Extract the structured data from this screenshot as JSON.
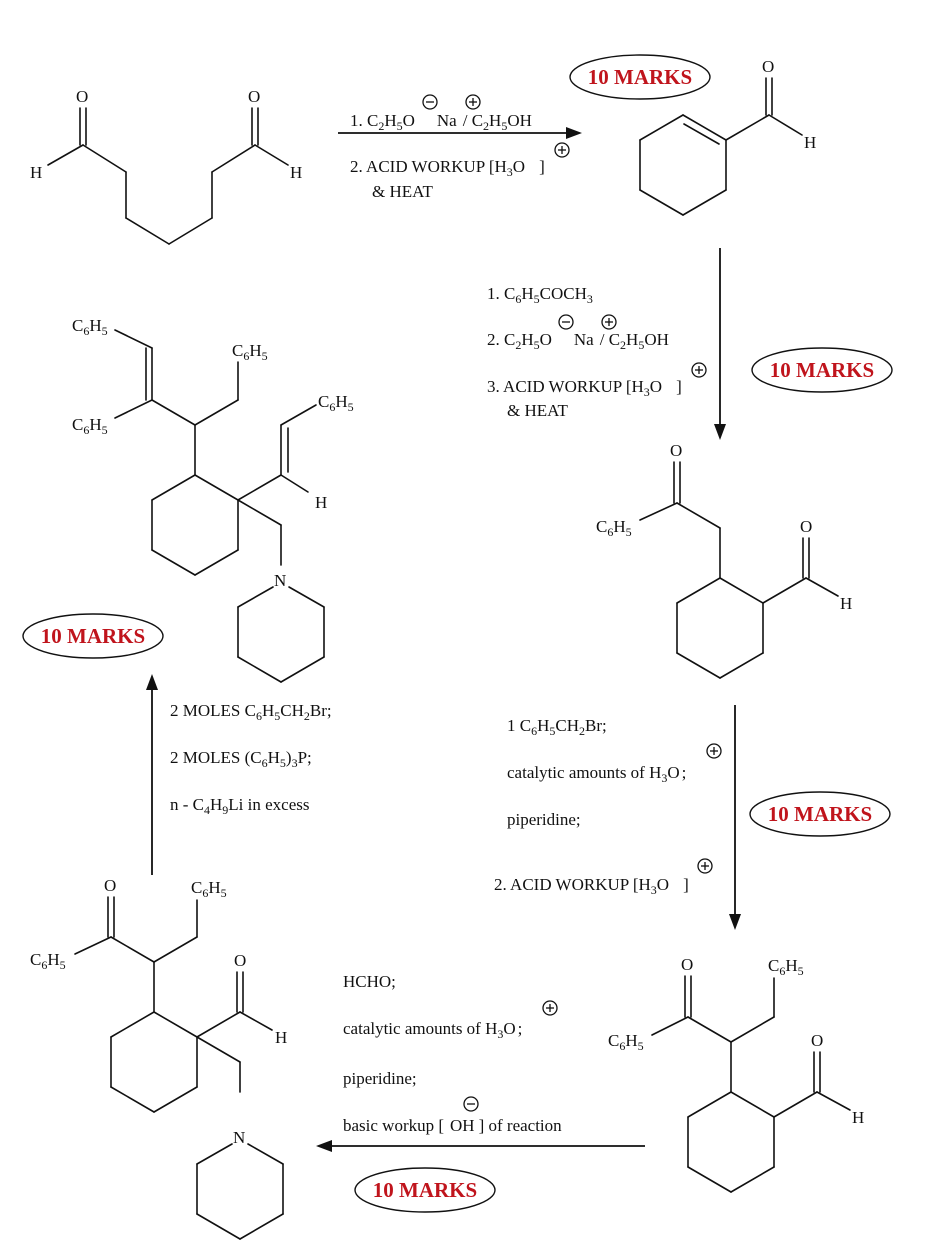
{
  "badges": {
    "label": "10 MARKS",
    "count": 5,
    "text_color": "#c0141c"
  },
  "atoms": {
    "oxygen": "O",
    "hydrogen": "H",
    "nitrogen": "N",
    "phenyl": "C₆H₅"
  },
  "charges": {
    "plus": "positive-charge-icon",
    "minus": "negative-charge-icon"
  },
  "step1": {
    "line1": "1. C₂H₅O⁻ Na⁺ / C₂H₅OH",
    "line1_parts": [
      "1. C",
      "2",
      "H",
      "5",
      "O",
      "Na",
      "/ C",
      "2",
      "H",
      "5",
      "OH"
    ],
    "line2": "2. ACID WORKUP [H₃O⁺ ]",
    "line2_parts": [
      "2. ACID WORKUP [H",
      "3",
      "O",
      "]"
    ],
    "line3": "& HEAT"
  },
  "step2": {
    "line1_parts": [
      "1.  C",
      "6",
      "H",
      "5",
      "COCH",
      "3"
    ],
    "line2_parts": [
      "2. C",
      "2",
      "H",
      "5",
      "O",
      "Na",
      "/ C",
      "2",
      "H",
      "5",
      "OH"
    ],
    "line3_parts": [
      "3. ACID WORKUP [H",
      "3",
      "O",
      "]"
    ],
    "line4": "& HEAT"
  },
  "step3": {
    "line1_parts": [
      "1  C",
      "6",
      "H",
      "5",
      "CH",
      "2",
      "Br;"
    ],
    "line2_parts": [
      "catalytic amounts of H",
      "3",
      "O",
      ";"
    ],
    "line3": "piperidine;",
    "line4_parts": [
      "2. ACID WORKUP [H",
      "3",
      "O",
      "]"
    ]
  },
  "step4": {
    "line1": "HCHO;",
    "line2_parts": [
      "catalytic amounts of H",
      "3",
      "O",
      ";"
    ],
    "line3": "piperidine;",
    "line4_parts": [
      "basic workup [",
      "OH",
      "] of reaction"
    ]
  },
  "step5": {
    "line1_parts": [
      "2 MOLES C",
      "6",
      "H",
      "5",
      "CH",
      "2",
      "Br;"
    ],
    "line2_parts": [
      "2 MOLES (C",
      "6",
      "H",
      "5",
      ")",
      "3",
      "P;"
    ],
    "line3_parts": [
      "n - C",
      "4",
      "H",
      "9",
      "Li in excess"
    ]
  }
}
